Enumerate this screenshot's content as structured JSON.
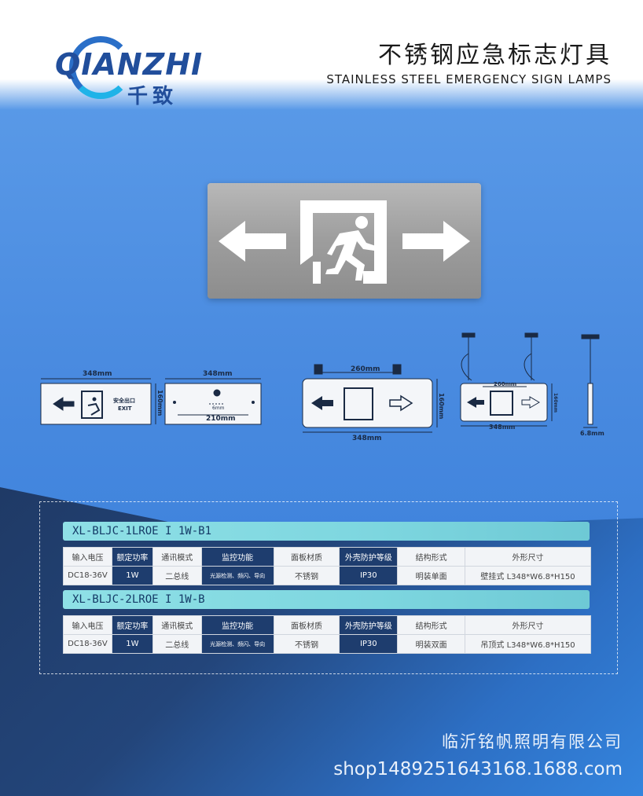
{
  "brand": {
    "logo_en": "QIANZHI",
    "logo_cn": "千致"
  },
  "header": {
    "title_cn": "不锈钢应急标志灯具",
    "title_en": "STAINLESS STEEL EMERGENCY SIGN LAMPS"
  },
  "drawings": {
    "d1": {
      "width": "348mm",
      "height": "160mm",
      "sign_cn": "安全出口",
      "sign_en": "EXIT"
    },
    "d2": {
      "width": "348mm",
      "height": "160mm",
      "inner": "210mm",
      "small": "6mm"
    },
    "d3": {
      "top": "260mm",
      "bottom": "348mm",
      "height": "160mm"
    },
    "d4": {
      "top": "260mm",
      "bottom": "348mm",
      "height": "160mm"
    },
    "d5": {
      "thickness": "6.8mm"
    }
  },
  "specs": [
    {
      "model": "XL-BLJC-1LROE I 1W-B1",
      "headers": [
        "输入电压",
        "额定功率",
        "通讯模式",
        "监控功能",
        "面板材质",
        "外壳防护等级",
        "结构形式",
        "外形尺寸"
      ],
      "values": [
        "DC18-36V",
        "1W",
        "二总线",
        "光源检测、频闪、导向",
        "不锈钢",
        "IP30",
        "明装单面",
        "壁挂式  L348*W6.8*H150"
      ]
    },
    {
      "model": "XL-BLJC-2LROE I 1W-B",
      "headers": [
        "输入电压",
        "额定功率",
        "通讯模式",
        "监控功能",
        "面板材质",
        "外壳防护等级",
        "结构形式",
        "外形尺寸"
      ],
      "values": [
        "DC18-36V",
        "1W",
        "二总线",
        "光源检测、频闪、导向",
        "不锈钢",
        "IP30",
        "明装双面",
        "吊顶式  L348*W6.8*H150"
      ]
    }
  ],
  "footer": {
    "company": "临沂铭帆照明有限公司",
    "shop": "shop1489251643168.1688.com"
  },
  "colors": {
    "brand": "#214e9b",
    "accent_bar": "#7dd6df",
    "dark_cell": "#1e3d6e"
  }
}
